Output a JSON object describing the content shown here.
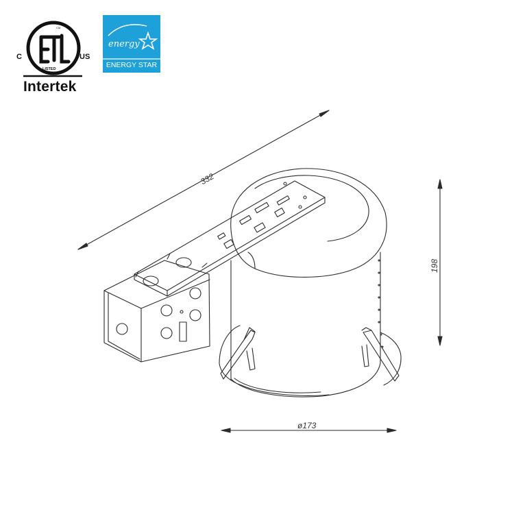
{
  "certifications": {
    "etl": {
      "left_mark": "C",
      "right_mark": "US",
      "listed": "LISTED",
      "cm": "CM",
      "brand": "Intertek"
    },
    "energy_star": {
      "script": "energy",
      "label": "ENERGY STAR",
      "color": "#1ea0d8"
    }
  },
  "dimensions": {
    "length": "332",
    "height": "198",
    "diameter": "ø173"
  },
  "colors": {
    "line": "#2b2b2b",
    "background": "#ffffff"
  }
}
